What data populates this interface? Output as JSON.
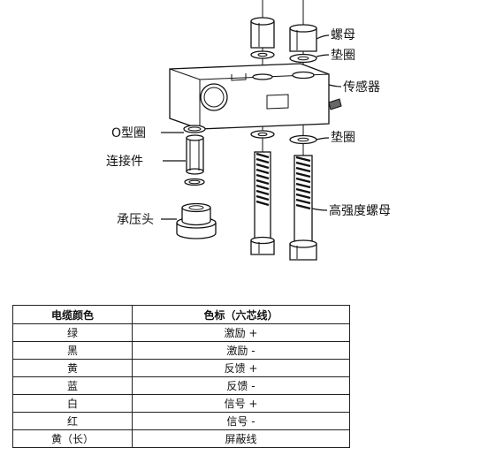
{
  "diagram": {
    "labels": {
      "nut_top": "螺母",
      "washer_top": "垫圈",
      "sensor": "传感器",
      "o_ring": "O型圈",
      "connector": "连接件",
      "washer_bottom": "垫圈",
      "pressure_head": "承压头",
      "high_strength_nut": "高强度螺母"
    }
  },
  "table": {
    "headers": [
      "电缆颜色",
      "色标（六芯线）"
    ],
    "rows": [
      [
        "绿",
        "激励 +"
      ],
      [
        "黑",
        "激励 -"
      ],
      [
        "黄",
        "反馈 +"
      ],
      [
        "蓝",
        "反馈 -"
      ],
      [
        "白",
        "信号 +"
      ],
      [
        "红",
        "信号 -"
      ],
      [
        "黄（长）",
        "屏蔽线"
      ]
    ]
  }
}
